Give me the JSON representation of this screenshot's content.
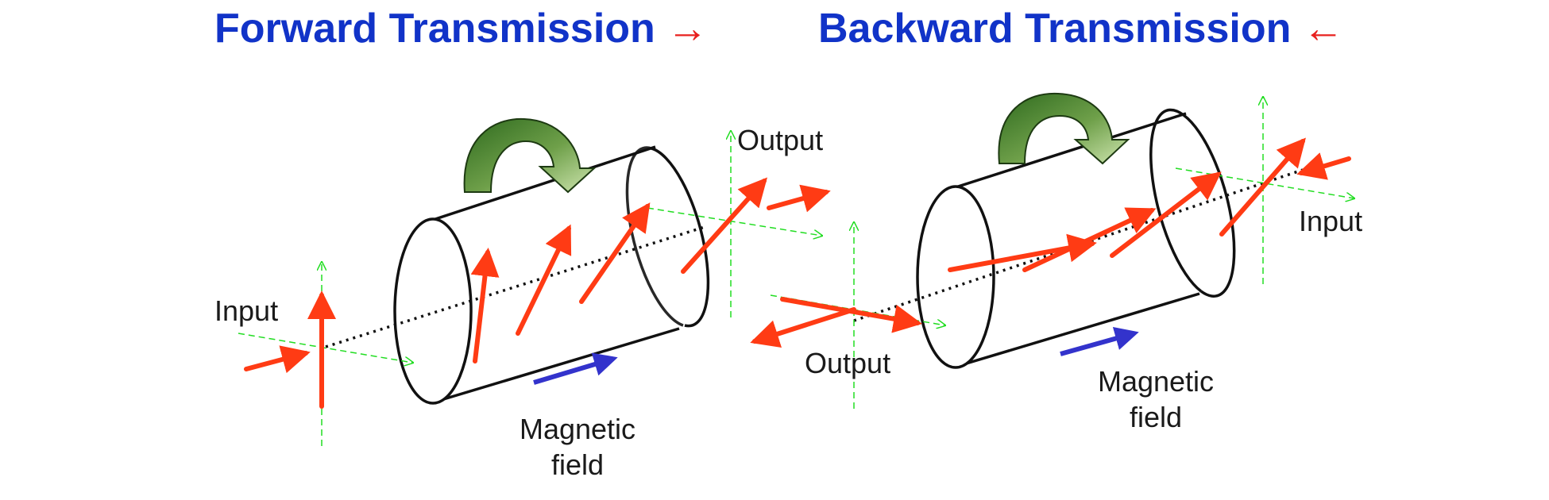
{
  "titles": {
    "forward": "Forward Transmission",
    "forward_arrow": "→",
    "backward": "Backward Transmission",
    "backward_arrow": "←"
  },
  "forward": {
    "input_label": "Input",
    "output_label": "Output",
    "field_label_line1": "Magnetic",
    "field_label_line2": "field"
  },
  "backward": {
    "input_label": "Input",
    "output_label": "Output",
    "field_label_line1": "Magnetic",
    "field_label_line2": "field"
  },
  "colors": {
    "title": "#1133c8",
    "polarization": "#ff3b14",
    "axis_guides": "#22dd22",
    "field_arrow": "#3333cc",
    "rotation_arrow": "#3f7a2a"
  },
  "icons": [
    "rotation-arrow-icon",
    "magnetic-field-arrow-icon"
  ]
}
